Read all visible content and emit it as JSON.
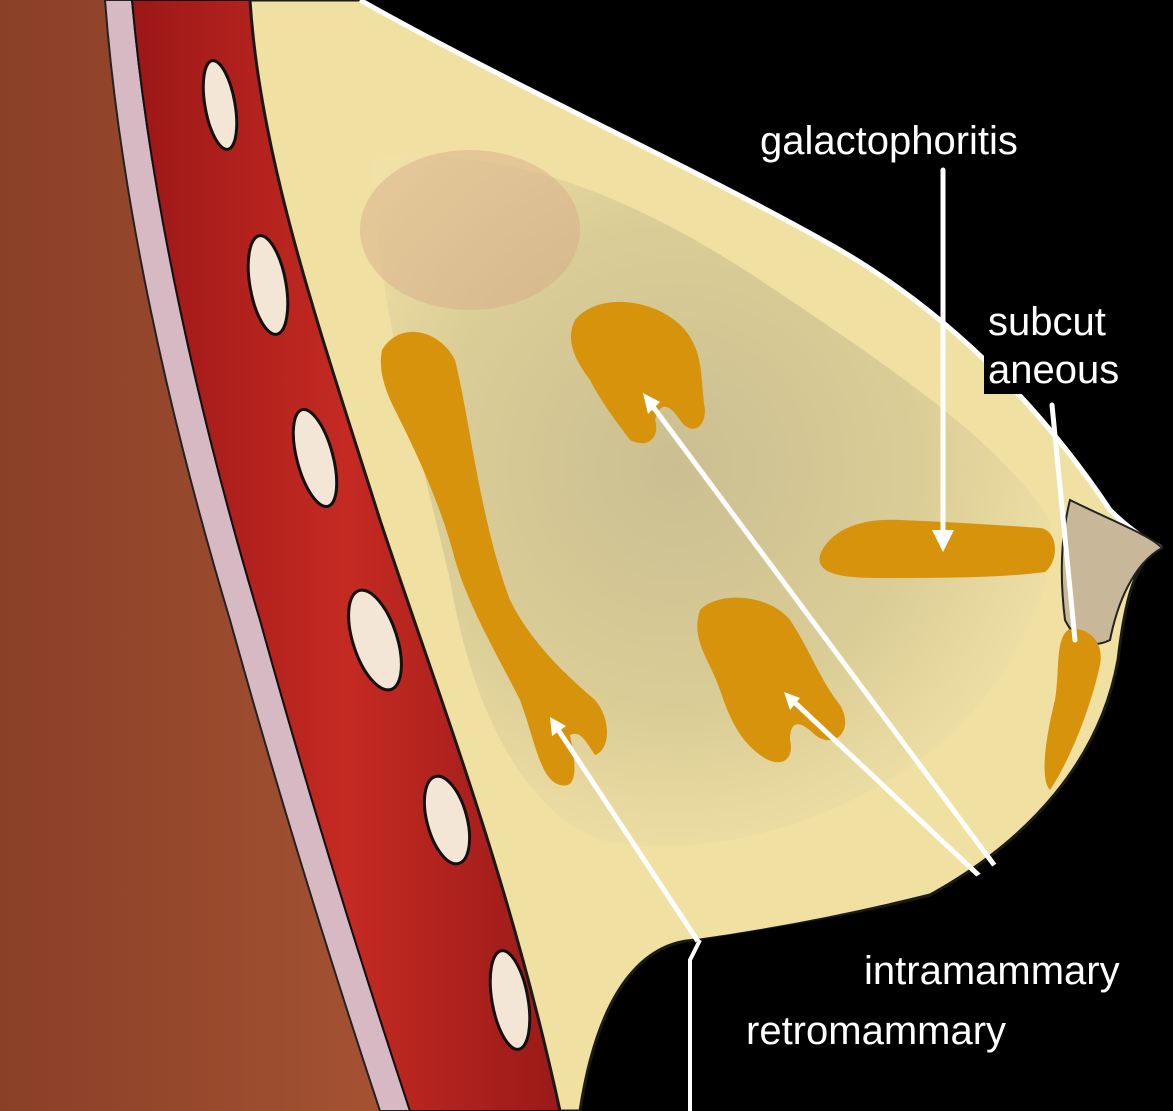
{
  "labels": {
    "galactophoritis": "galactophoritis",
    "subcutaneous_line1": "subcut",
    "subcutaneous_line2": "aneous",
    "intramammary": "intramammary",
    "retromammary": "retromammary"
  },
  "colors": {
    "background": "#000000",
    "skin_outside": "#9a4a2e",
    "muscle": "#b3201f",
    "fat_tissue": "#f1e2a6",
    "gland_shade": "#c9bd8a",
    "abscess": "#d9950e",
    "pointer": "#ffffff"
  }
}
